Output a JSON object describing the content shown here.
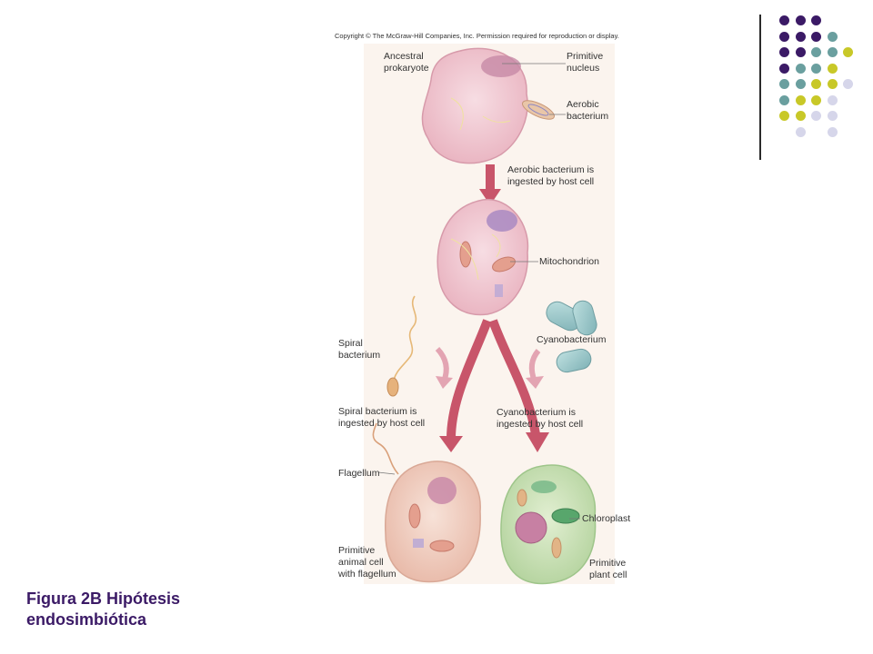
{
  "copyright": "Copyright © The McGraw-Hill Companies, Inc. Permission required for reproduction or display.",
  "labels": {
    "ancestral": "Ancestral\nprokaryote",
    "primitive_nucleus": "Primitive\nnucleus",
    "aerobic_bacterium": "Aerobic\nbacterium",
    "aerobic_ingested": "Aerobic bacterium is\ningested by host cell",
    "mitochondrion": "Mitochondrion",
    "spiral_bacterium": "Spiral\nbacterium",
    "cyanobacterium": "Cyanobacterium",
    "spiral_ingested": "Spiral bacterium is\ningested by host cell",
    "cyano_ingested": "Cyanobacterium is\ningested by host cell",
    "flagellum": "Flagellum",
    "chloroplast": "Chloroplast",
    "animal_cell": "Primitive\nanimal cell\nwith flagellum",
    "plant_cell": "Primitive\nplant cell"
  },
  "caption": "Figura 2B Hipótesis\nendosimbiótica",
  "colors": {
    "purple": "#3b1a66",
    "teal": "#6a9f9f",
    "yellow": "#c8c828",
    "lavender": "#d6d6ea",
    "arrow": "#c8556a"
  },
  "dot_grid": [
    [
      "purple",
      "purple",
      "purple",
      "",
      "",
      ""
    ],
    [
      "purple",
      "purple",
      "purple",
      "teal",
      "",
      ""
    ],
    [
      "purple",
      "purple",
      "teal",
      "teal",
      "yellow",
      ""
    ],
    [
      "purple",
      "teal",
      "teal",
      "yellow",
      "",
      ""
    ],
    [
      "teal",
      "teal",
      "yellow",
      "yellow",
      "lavender",
      ""
    ],
    [
      "teal",
      "yellow",
      "yellow",
      "lavender",
      "",
      ""
    ],
    [
      "yellow",
      "yellow",
      "lavender",
      "lavender",
      "",
      ""
    ],
    [
      "",
      "lavender",
      "",
      "lavender",
      "",
      ""
    ]
  ]
}
